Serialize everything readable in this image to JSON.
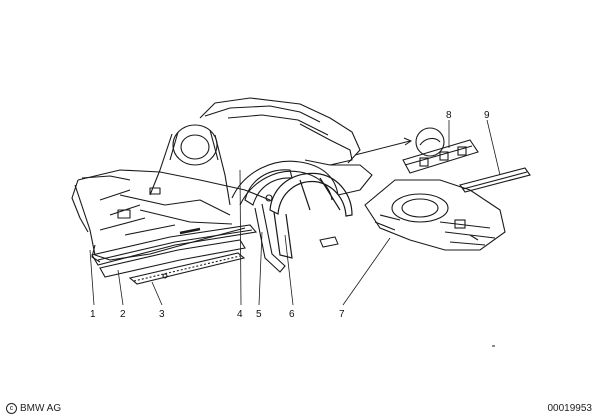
{
  "callouts": [
    "1",
    "2",
    "3",
    "4",
    "5",
    "6",
    "7",
    "8",
    "9"
  ],
  "footer": {
    "copyright_symbol": "©",
    "copyright_owner": "BMW AG",
    "doc_id": "00019953"
  },
  "colors": {
    "line": "#1a1a1a",
    "shade": "#555555",
    "background": "#ffffff"
  }
}
